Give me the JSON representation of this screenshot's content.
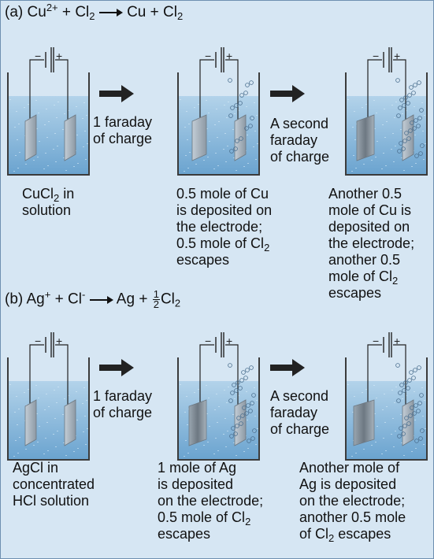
{
  "part_a": {
    "label": "(a)",
    "equation": {
      "r1": "Cu",
      "r1_charge": "2+",
      "plus1": "+",
      "r2": "Cl",
      "r2_sub": "2",
      "p1": "Cu",
      "plus2": "+",
      "p2": "Cl",
      "p2_sub": "2"
    },
    "step1_label": [
      "1 faraday",
      "of charge"
    ],
    "step2_label": [
      "A second",
      "faraday",
      "of charge"
    ],
    "cap1": {
      "l1a": "CuCl",
      "l1sub": "2",
      "l1b": " in",
      "l2": "solution"
    },
    "cap2": {
      "l1": "0.5 mole of Cu",
      "l2": "is deposited on",
      "l3": "the electrode;",
      "l4a": "0.5 mole of Cl",
      "l4sub": "2",
      "l5": "escapes"
    },
    "cap3": {
      "l1": "Another 0.5",
      "l2": "mole of Cu is",
      "l3": "deposited on",
      "l4": "the electrode;",
      "l5": "another 0.5",
      "l6a": "mole of Cl",
      "l6sub": "2",
      "l7": "escapes"
    }
  },
  "part_b": {
    "label": "(b)",
    "equation": {
      "r1": "Ag",
      "r1_charge": "+",
      "plus1": "+",
      "r2": "Cl",
      "r2_charge": "-",
      "p1": "Ag",
      "plus2": "+",
      "frac_num": "1",
      "frac_den": "2",
      "p2": "Cl",
      "p2_sub": "2"
    },
    "step1_label": [
      "1 faraday",
      "of charge"
    ],
    "step2_label": [
      "A second",
      "faraday",
      "of charge"
    ],
    "cap1": {
      "l1": "AgCl in",
      "l2": "concentrated",
      "l3": "HCl solution"
    },
    "cap2": {
      "l1": "1 mole of Ag",
      "l2": "is deposited",
      "l3": "on the electrode;",
      "l4a": "0.5 mole of Cl",
      "l4sub": "2",
      "l5": "escapes"
    },
    "cap3": {
      "l1": "Another mole of",
      "l2": "Ag is deposited",
      "l3": "on the electrode;",
      "l4": "another 0.5 mole",
      "l5a": "of Cl",
      "l5sub": "2",
      "l5b": " escapes"
    }
  },
  "battery_symbols": {
    "minus": "−",
    "plus": "+"
  },
  "colors": {
    "background": "#d6e6f3",
    "solution": "#7fb2d8",
    "arrow": "#222222"
  }
}
